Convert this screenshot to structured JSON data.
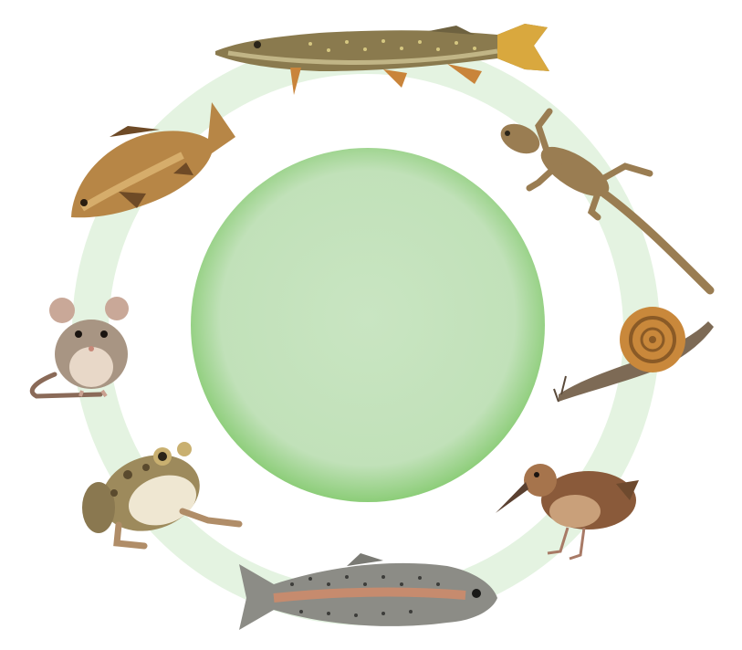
{
  "diagram": {
    "layout": "ring",
    "center": {
      "fill": "#c5e3bf",
      "edge": "#7cc465"
    },
    "ring": {
      "color": "#e4f3e1"
    },
    "organisms": [
      {
        "id": "pike",
        "icon": "pike-icon",
        "colors": [
          "#8a7a4e",
          "#c9a24b",
          "#e0b347"
        ]
      },
      {
        "id": "gecko",
        "icon": "gecko-icon",
        "colors": [
          "#8a6f47",
          "#b08d5f"
        ]
      },
      {
        "id": "snail",
        "icon": "snail-icon",
        "colors": [
          "#c9883b",
          "#7d6a55"
        ]
      },
      {
        "id": "woodcock",
        "icon": "woodcock-icon",
        "colors": [
          "#8a5a3a",
          "#c9a07a"
        ]
      },
      {
        "id": "trout",
        "icon": "trout-icon",
        "colors": [
          "#8c8c86",
          "#d08b6a",
          "#3d3d3a"
        ]
      },
      {
        "id": "frog",
        "icon": "frog-icon",
        "colors": [
          "#9d8a5c",
          "#efe7d2"
        ]
      },
      {
        "id": "mouse",
        "icon": "mouse-icon",
        "colors": [
          "#a89583",
          "#e8d8c8"
        ]
      },
      {
        "id": "carp",
        "icon": "carp-icon",
        "colors": [
          "#b78646",
          "#6e4a26"
        ]
      }
    ]
  }
}
